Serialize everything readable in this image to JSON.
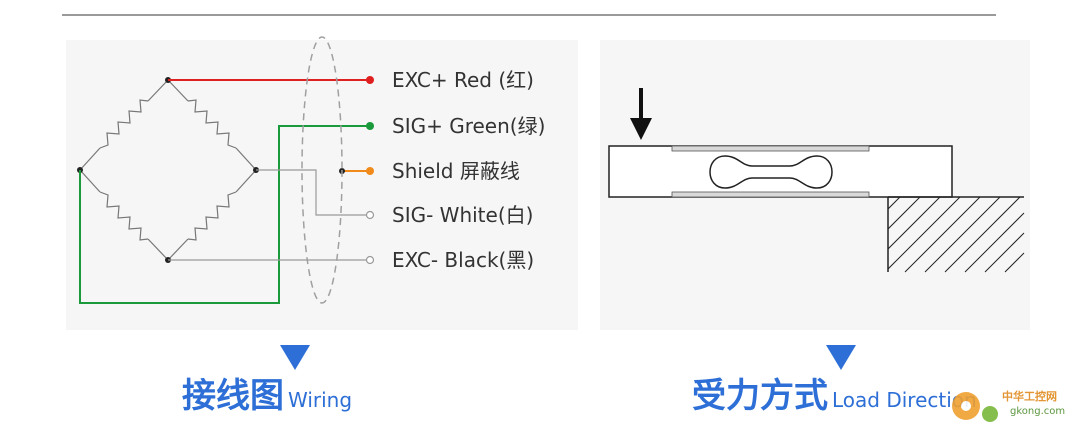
{
  "wiring": {
    "labels": [
      {
        "text": "EXC+ Red (红)",
        "color": "#e02020"
      },
      {
        "text": "SIG+ Green(绿)",
        "color": "#1a9a3a"
      },
      {
        "text": "Shield 屏蔽线",
        "color": "#f08a1a"
      },
      {
        "text": "SIG- White(白)",
        "color": "#9a9a9a"
      },
      {
        "text": "EXC- Black(黑)",
        "color": "#9a9a9a"
      }
    ],
    "caption_cn": "接线图",
    "caption_en": "Wiring"
  },
  "load": {
    "caption_cn": "受力方式",
    "caption_en": "Load Direction"
  },
  "watermark": {
    "cn": "中华工控网",
    "en": "gkong.com"
  },
  "colors": {
    "accent": "#2d6fd6",
    "red": "#e02020",
    "green": "#1a9a3a",
    "orange": "#f08a1a",
    "grey": "#9a9a9a"
  }
}
